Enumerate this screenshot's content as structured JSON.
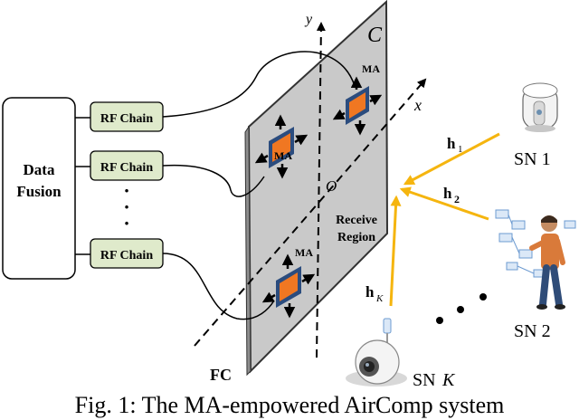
{
  "diagram": {
    "fusion_label_1": "Data",
    "fusion_label_2": "Fusion",
    "rf_chain_label": "RF Chain",
    "vertical_ellipsis": "·",
    "surface_label": "C",
    "origin_label": "O",
    "axis_x": "x",
    "axis_y": "y",
    "ma_label": "MA",
    "region_label_1": "Receive",
    "region_label_2": "Region",
    "fc_label": "FC",
    "channel_1_base": "h",
    "channel_1_sub": "1",
    "channel_2_base": "h",
    "channel_2_sub": "2",
    "channel_k_base": "h",
    "channel_k_sub": "K",
    "sn1_label": "SN 1",
    "sn2_label": "SN 2",
    "snk_prefix": "SN",
    "snk_italic": "K",
    "colors": {
      "panel_fill": "#c9c9c9",
      "rf_fill": "#dfeacb",
      "antenna_fill": "#f07722",
      "antenna_frame": "#2b4c7e",
      "signal": "#f5b50f"
    }
  },
  "caption": "Fig. 1: The MA-empowered AirComp system"
}
